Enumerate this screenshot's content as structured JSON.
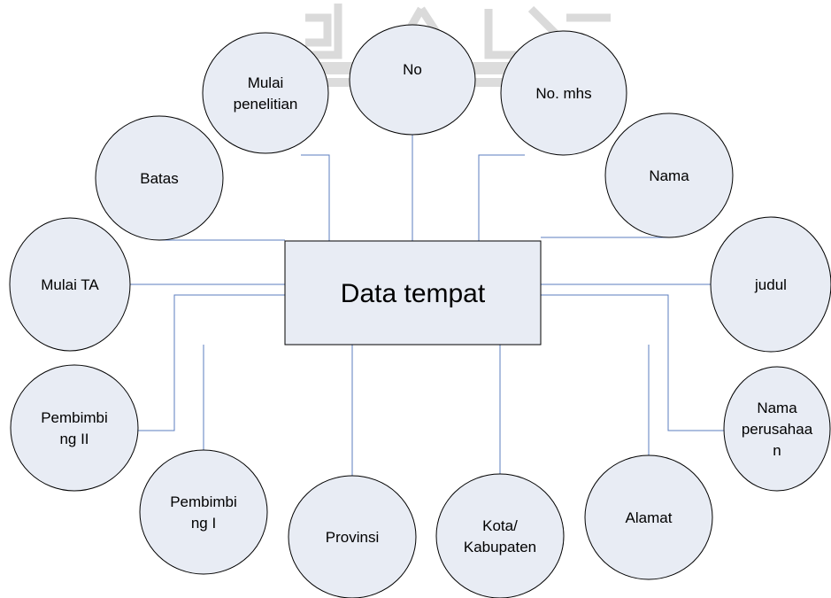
{
  "entity": {
    "label": "Data tempat",
    "fill": "#e8ecf4",
    "stroke": "#000000"
  },
  "attributes": [
    {
      "id": "no",
      "lines": [
        "No"
      ]
    },
    {
      "id": "mulai-penelitian",
      "lines": [
        "Mulai",
        "penelitian"
      ]
    },
    {
      "id": "no-mhs",
      "lines": [
        "No. mhs"
      ]
    },
    {
      "id": "batas",
      "lines": [
        "Batas"
      ]
    },
    {
      "id": "nama",
      "lines": [
        "Nama"
      ]
    },
    {
      "id": "mulai-ta",
      "lines": [
        "Mulai TA"
      ]
    },
    {
      "id": "judul",
      "lines": [
        "judul"
      ]
    },
    {
      "id": "pembimbing-ii",
      "lines": [
        "Pembimbi",
        "ng II"
      ]
    },
    {
      "id": "nama-perusahaan",
      "lines": [
        "Nama",
        "perusahaa",
        "n"
      ]
    },
    {
      "id": "pembimbing-i",
      "lines": [
        "Pembimbi",
        "ng I"
      ]
    },
    {
      "id": "provinsi",
      "lines": [
        "Provinsi"
      ]
    },
    {
      "id": "kota-kabupaten",
      "lines": [
        "Kota/",
        "Kabupaten"
      ]
    },
    {
      "id": "alamat",
      "lines": [
        "Alamat"
      ]
    }
  ],
  "colors": {
    "attribute_fill": "#e8ecf4",
    "attribute_stroke": "#000000",
    "connector": "#5b7dbf",
    "watermark": "#d6d6d6"
  }
}
